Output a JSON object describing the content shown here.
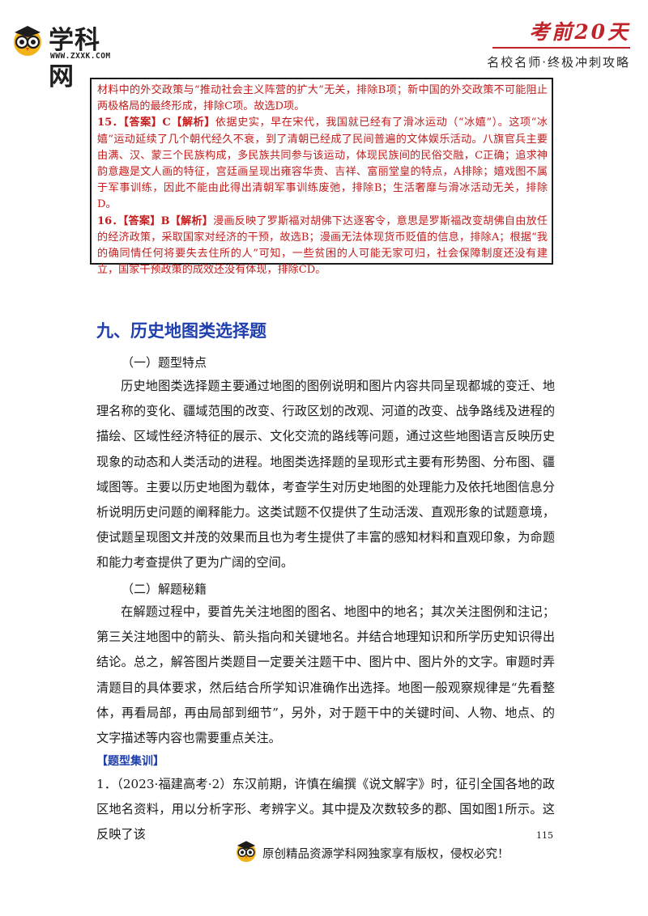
{
  "header": {
    "logo_name": "学科网",
    "logo_url": "WWW.ZXXK.COM",
    "slogan_title": "考前20天",
    "slogan_sub": "名校名师·终极冲刺攻略"
  },
  "answer_box": {
    "p1": "材料中的外交政策与“推动社会主义阵营的扩大”无关，排除B项；新中国的外交政策不可能阻止两极格局的最终形成，排除C项。故选D项。",
    "q15_prefix": "15．【答案】C【解析】",
    "q15_text": "依据史实，早在宋代，我国就已经有了滑冰运动（“冰嬉”）。这项“冰嬉”运动延续了几个朝代经久不衰，到了清朝已经成了民间普遍的文体娱乐活动。八旗官兵主要由满、汉、蒙三个民族构成，多民族共同参与该运动，体现民族间的民俗交融，C正确；追求神韵意趣是文人画的特征，宫廷画呈现出雍容华贵、吉祥、富丽堂皇的特点，A排除；嬉戏图不属于军事训练，因此不能由此得出清朝军事训练废弛，排除B；生活奢靡与滑冰活动无关，排除D。",
    "q16_prefix": "16．【答案】B【解析】",
    "q16_text": "漫画反映了罗斯福对胡佛下达逐客令，意思是罗斯福改变胡佛自由放任的经济政策，采取国家对经济的干预，故选B；漫画无法体现货币贬值的信息，排除A；根据“我的确同情任何将要失去住所的人”可知，一些贫困的人可能无家可归，社会保障制度还没有建立，国家干预政策的成效还没有体现，排除CD。"
  },
  "section": {
    "title": "九、历史地图类选择题",
    "sub1": "（一）题型特点",
    "para1": "历史地图类选择题主要通过地图的图例说明和图片内容共同呈现都城的变迁、地理名称的变化、疆域范围的改变、行政区划的改观、河道的改变、战争路线及进程的描绘、区域性经济特征的展示、文化交流的路线等问题，通过这些地图语言反映历史现象的动态和人类活动的进程。地图类选择题的呈现形式主要有形势图、分布图、疆域图等。主要以历史地图为载体，考查学生对历史地图的处理能力及依托地图信息分析说明历史问题的阐释能力。这类试题不仅提供了生动活泼、直观形象的试题意境，使试题呈现图文并茂的效果而且也为考生提供了丰富的感知材料和直观印象，为命题和能力考查提供了更为广阔的空间。",
    "sub2": "（二）解题秘籍",
    "para2": "在解题过程中，要首先关注地图的图名、地图中的地名；其次关注图例和注记；第三关注地图中的箭头、箭头指向和关键地名。并结合地理知识和所学历史知识得出结论。总之，解答图片类题目一定要关注题干中、图片中、图片外的文字。审题时弄清题目的具体要求，然后结合所学知识准确作出选择。地图一般观察规律是“先看整体，再看局部，再由局部到细节”，另外，对于题干中的关键时间、人物、地点、的文字描述等内容也需要重点关注。"
  },
  "drill": {
    "label": "【题型集训】",
    "q1": "1．（2023·福建高考·2）东汉前期，许慎在编撰《说文解字》时，征引全国各地的政区地名资料，用以分析字形、考辨字义。其中提及次数较多的郡、国如图1所示。这反映了该"
  },
  "page_number": "115",
  "footer": {
    "text": "原创精品资源学科网独家享有版权，侵权必究！"
  }
}
